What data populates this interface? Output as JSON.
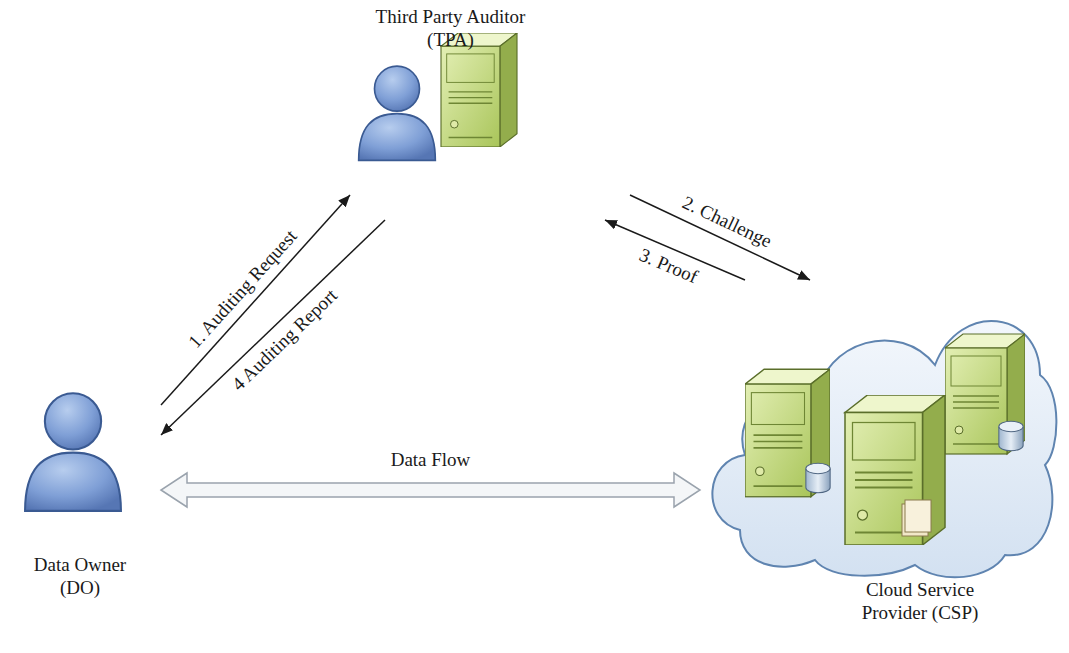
{
  "diagram": {
    "nodes": [
      {
        "text": [
          "Data Owner (DO)"
        ]
      },
      {
        "text": [
          "Third Party Auditor (TPA)"
        ]
      },
      {
        "text": [
          "Cloud Service Provider (CSP)"
        ]
      }
    ],
    "edges": [
      {
        "from": 0,
        "to": 1,
        "label": "1. Auditing Request",
        "arrow": "to"
      },
      {
        "from": 1,
        "to": 0,
        "label": "4 Auditing Report",
        "arrow": "to"
      },
      {
        "from": 1,
        "to": 2,
        "label": "2. Challenge",
        "arrow": "to"
      },
      {
        "from": 2,
        "to": 1,
        "label": "3. Proof",
        "arrow": "to"
      },
      {
        "from": 0,
        "to": 2,
        "label": "Data Flow",
        "arrow": "both"
      }
    ]
  }
}
